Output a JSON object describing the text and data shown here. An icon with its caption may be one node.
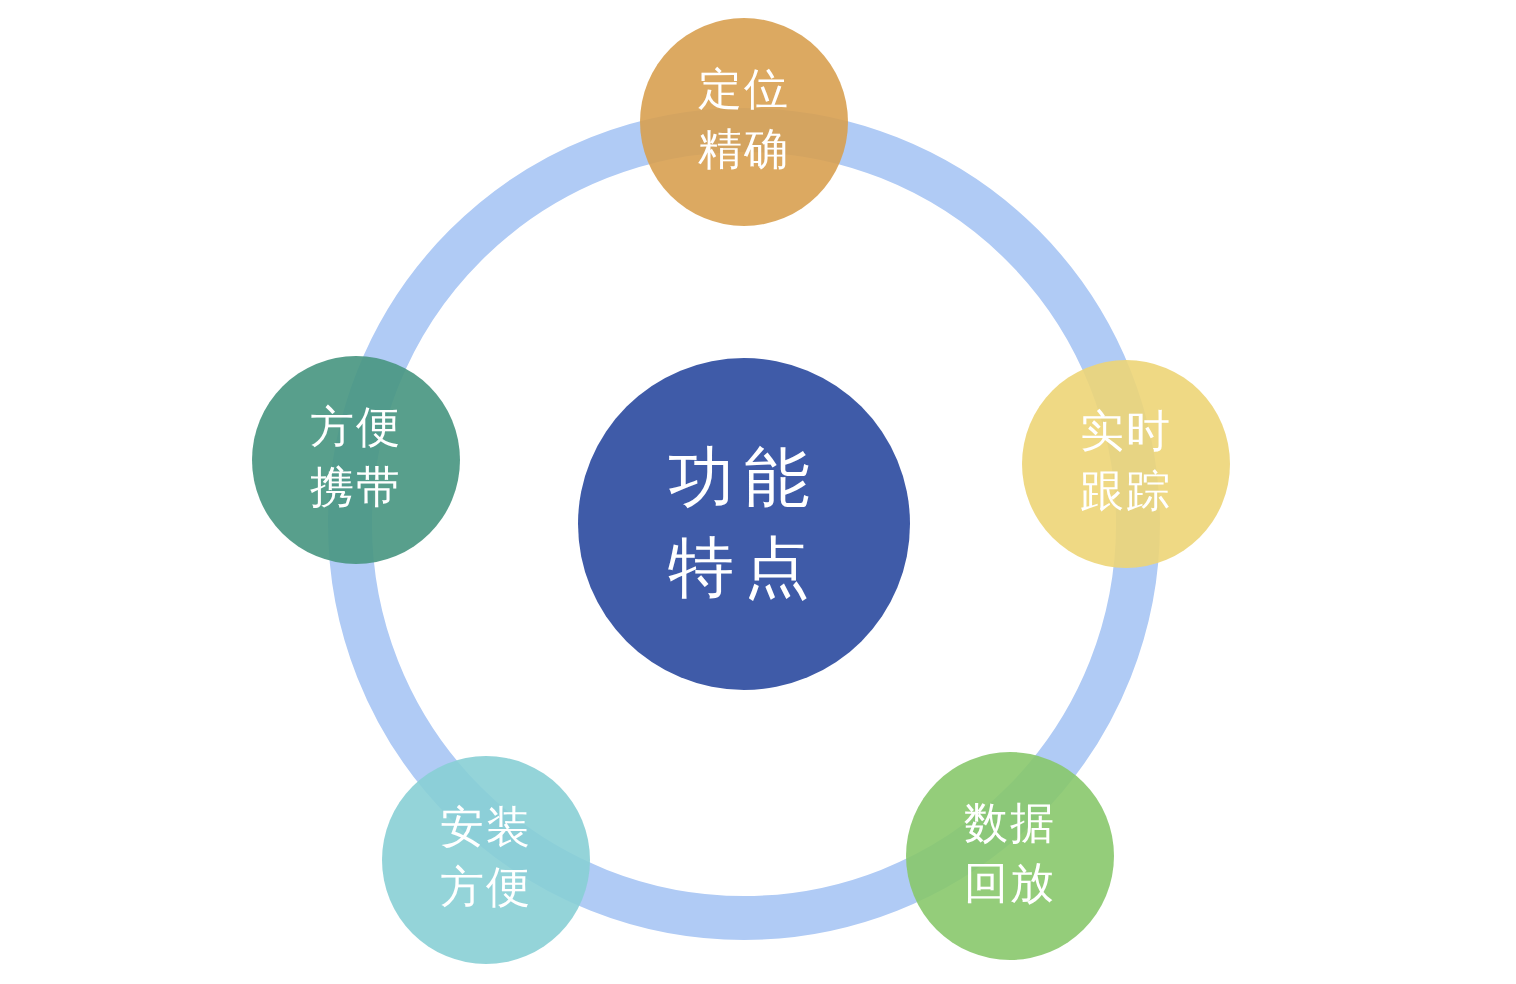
{
  "diagram": {
    "nodes": [
      {
        "text": [
          "功能特点"
        ]
      },
      {
        "text": [
          "定位精确"
        ]
      },
      {
        "text": [
          "实时跟踪"
        ]
      },
      {
        "text": [
          "数据回放"
        ]
      },
      {
        "text": [
          "安装方便"
        ]
      },
      {
        "text": [
          "方便携带"
        ]
      }
    ]
  }
}
